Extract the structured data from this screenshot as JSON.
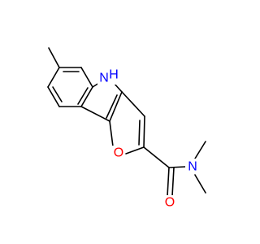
{
  "molecule": {
    "atoms": [
      {
        "id": "N_amide",
        "label": "N",
        "color": "#0000ff"
      },
      {
        "id": "O_carbonyl",
        "label": "O",
        "color": "#ff0000"
      },
      {
        "id": "O_furan",
        "label": "O",
        "color": "#ff0000"
      },
      {
        "id": "NH_pyrrole",
        "label": "H",
        "color": "#0000ff"
      },
      {
        "id": "N_pyrrole",
        "label": "N",
        "color": "#0000ff"
      }
    ]
  }
}
